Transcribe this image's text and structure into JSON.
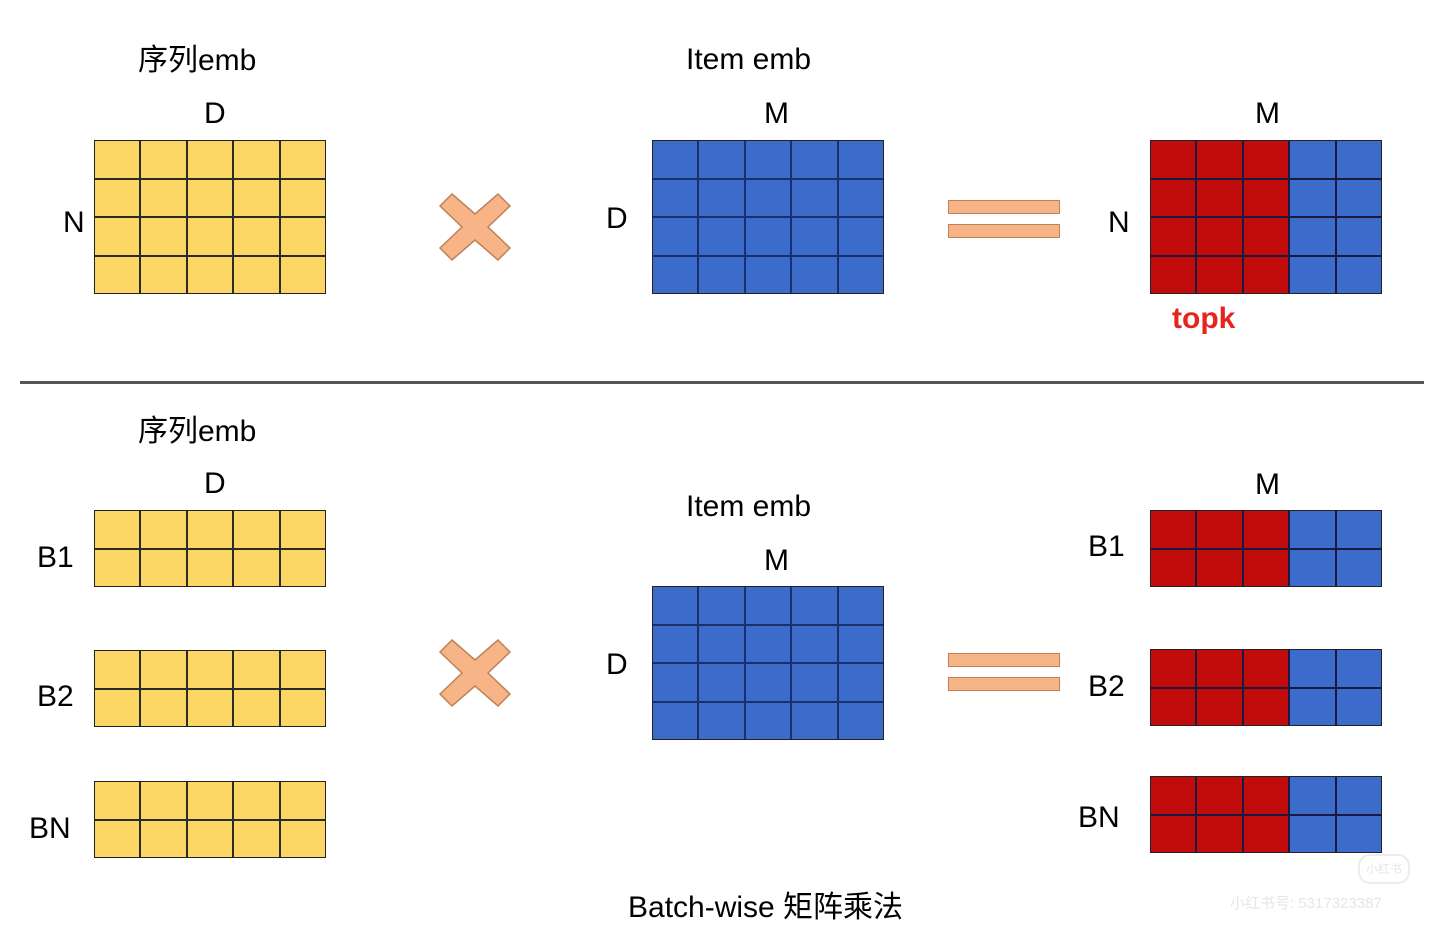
{
  "top": {
    "seq_title": "序列emb",
    "seq_dim_top": "D",
    "seq_dim_side": "N",
    "item_title": "Item emb",
    "item_dim_top": "M",
    "item_dim_side": "D",
    "result_dim_top": "M",
    "result_dim_side": "N",
    "topk_label": "topk"
  },
  "bottom": {
    "seq_title": "序列emb",
    "seq_dim_top": "D",
    "batch_labels": [
      "B1",
      "B2",
      "BN"
    ],
    "item_title": "Item emb",
    "item_dim_top": "M",
    "item_dim_side": "D",
    "result_dim_top": "M",
    "result_batch_labels": [
      "B1",
      "B2",
      "BN"
    ]
  },
  "caption": "Batch-wise 矩阵乘法",
  "watermark": {
    "logo": "小红书",
    "text": "小红书号: 5317323387"
  },
  "colors": {
    "yellow": "#fcd664",
    "blue": "#3b6ccb",
    "red": "#c20b0b",
    "operator": "#f6b487"
  },
  "icons": {
    "multiply": "multiply-icon",
    "equals": "equals-icon"
  }
}
